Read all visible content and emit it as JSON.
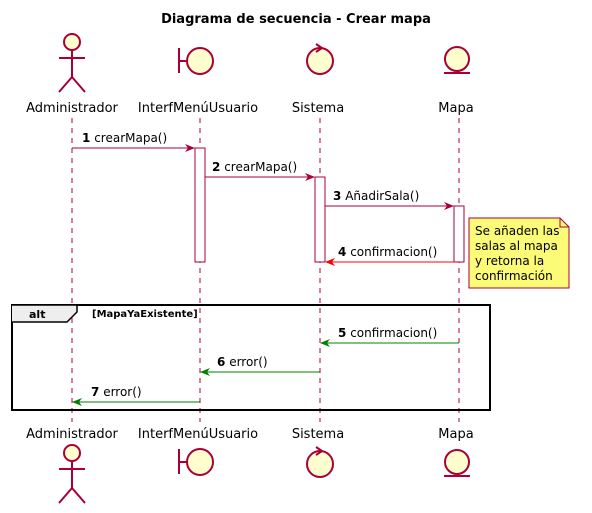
{
  "title": "Diagrama de secuencia - Crear mapa",
  "participants": [
    {
      "name": "Administrador",
      "kind": "actor-icon"
    },
    {
      "name": "InterfMenúUsuario",
      "kind": "boundary-icon"
    },
    {
      "name": "Sistema",
      "kind": "control-icon"
    },
    {
      "name": "Mapa",
      "kind": "entity-icon"
    }
  ],
  "messages": [
    {
      "num": "1",
      "label": "crearMapa()",
      "from": "Administrador",
      "to": "InterfMenúUsuario",
      "color": "#A80036"
    },
    {
      "num": "2",
      "label": "crearMapa()",
      "from": "InterfMenúUsuario",
      "to": "Sistema",
      "color": "#A80036"
    },
    {
      "num": "3",
      "label": "AñadirSala()",
      "from": "Sistema",
      "to": "Mapa",
      "color": "#A80036"
    },
    {
      "num": "4",
      "label": "confirmacion()",
      "from": "Mapa",
      "to": "Sistema",
      "color": "#FF0000"
    },
    {
      "num": "5",
      "label": "confirmacion()",
      "from": "Mapa",
      "to": "Sistema",
      "color": "#008000"
    },
    {
      "num": "6",
      "label": "error()",
      "from": "Sistema",
      "to": "InterfMenúUsuario",
      "color": "#008000"
    },
    {
      "num": "7",
      "label": "error()",
      "from": "InterfMenúUsuario",
      "to": "Administrador",
      "color": "#008000"
    }
  ],
  "note": {
    "lines": [
      "Se añaden las",
      "salas al mapa",
      "y retorna la",
      "confirmación"
    ]
  },
  "alt": {
    "label": "alt",
    "condition": "[MapaYaExistente]"
  },
  "colors": {
    "border": "#A80036",
    "participant_fill": "#FEFECE",
    "note_fill": "#FBFB77",
    "reply_error": "#FF0000",
    "reply_alt": "#008000"
  }
}
